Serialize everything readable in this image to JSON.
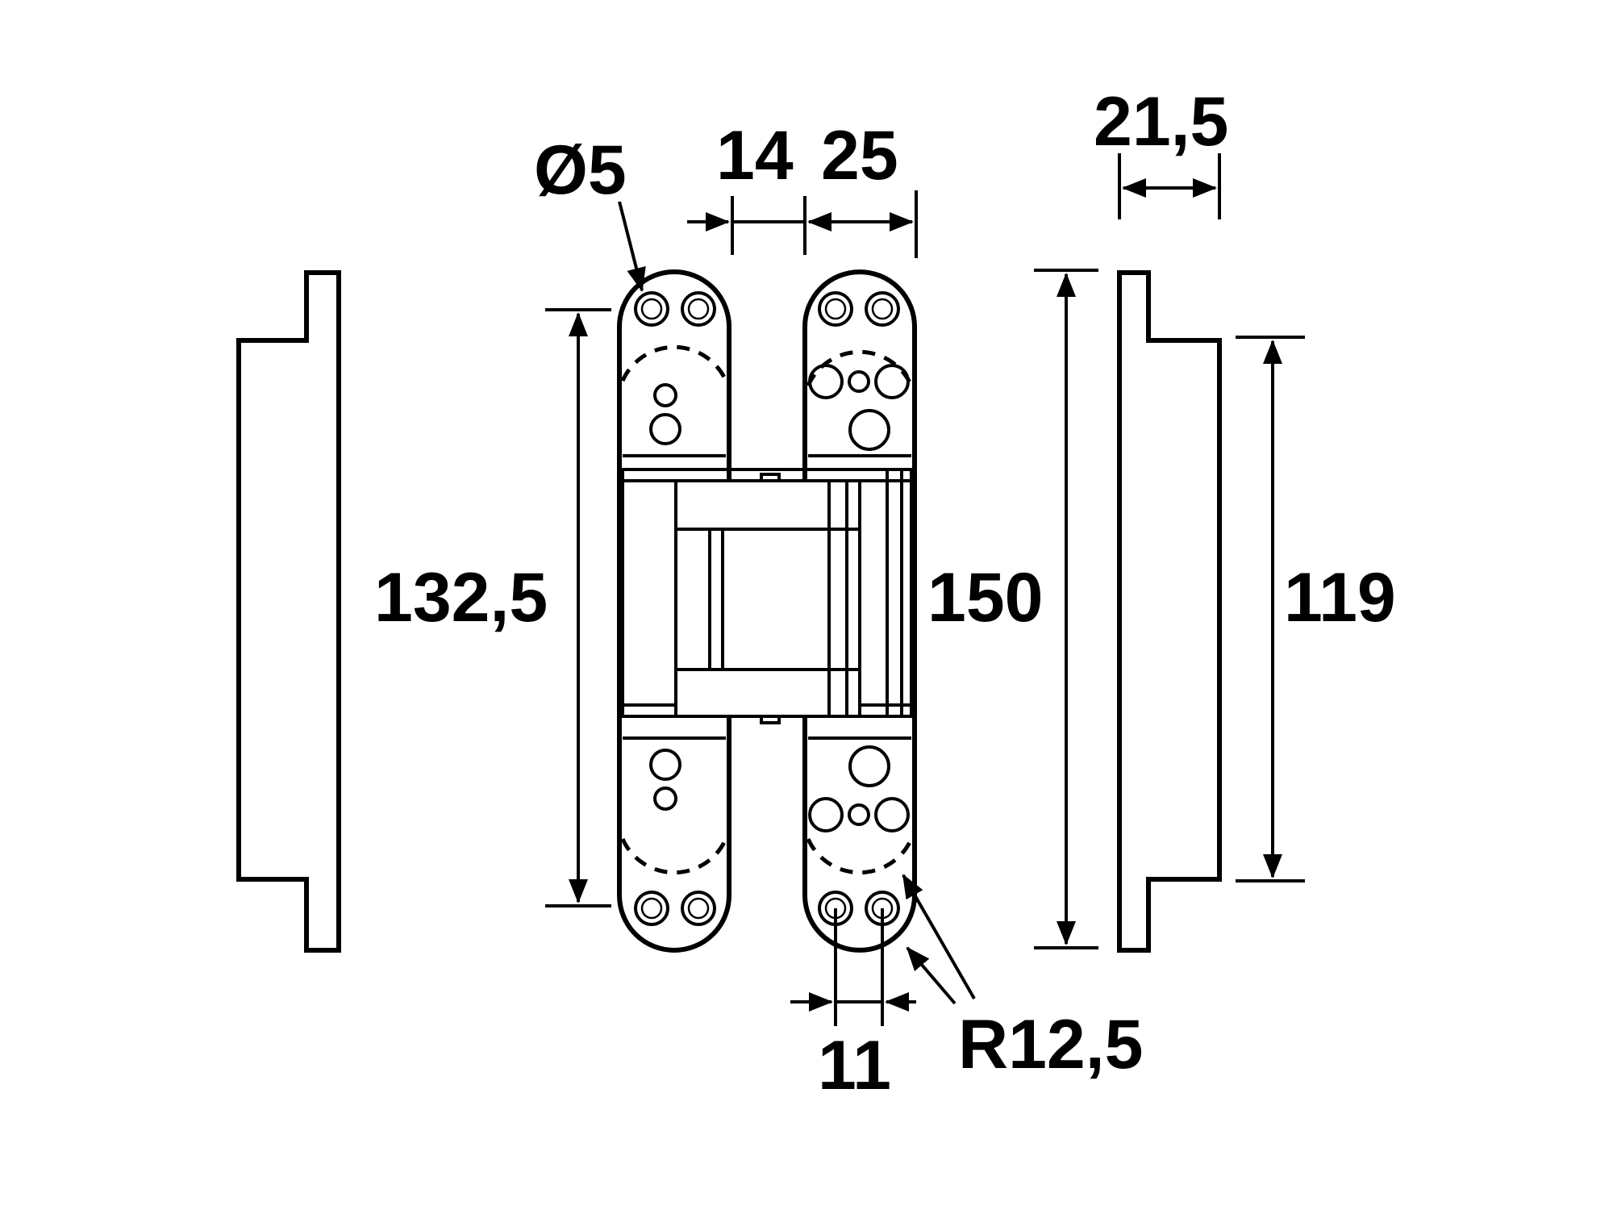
{
  "dimensions": {
    "hole_diameter": "Ø5",
    "width_left": "14",
    "width_right": "25",
    "depth": "21,5",
    "left_length": "132,5",
    "total_length": "150",
    "right_length": "119",
    "hole_spacing": "11",
    "radius": "R12,5"
  },
  "colors": {
    "line": "#000000",
    "background": "#ffffff"
  }
}
